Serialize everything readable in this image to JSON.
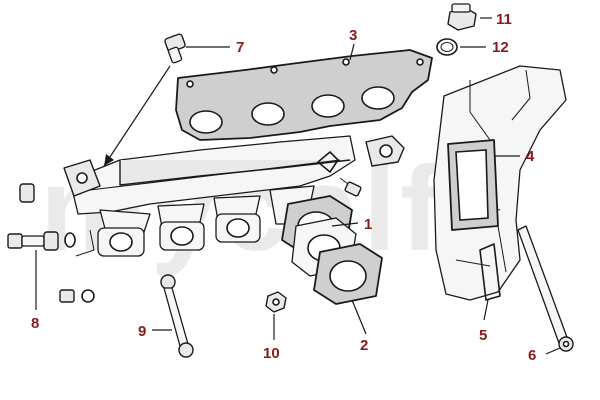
{
  "diagram": {
    "watermark": "mycalfa",
    "callouts": [
      {
        "id": "1",
        "label": "1"
      },
      {
        "id": "2",
        "label": "2"
      },
      {
        "id": "3",
        "label": "3"
      },
      {
        "id": "4",
        "label": "4"
      },
      {
        "id": "5",
        "label": "5"
      },
      {
        "id": "6",
        "label": "6"
      },
      {
        "id": "7",
        "label": "7"
      },
      {
        "id": "8",
        "label": "8"
      },
      {
        "id": "9",
        "label": "9"
      },
      {
        "id": "10",
        "label": "10"
      },
      {
        "id": "11",
        "label": "11"
      },
      {
        "id": "12",
        "label": "12"
      }
    ],
    "colors": {
      "callout": "#8b1a1a",
      "ink": "#1a1a1a",
      "watermark": "#d9d9d9"
    }
  }
}
